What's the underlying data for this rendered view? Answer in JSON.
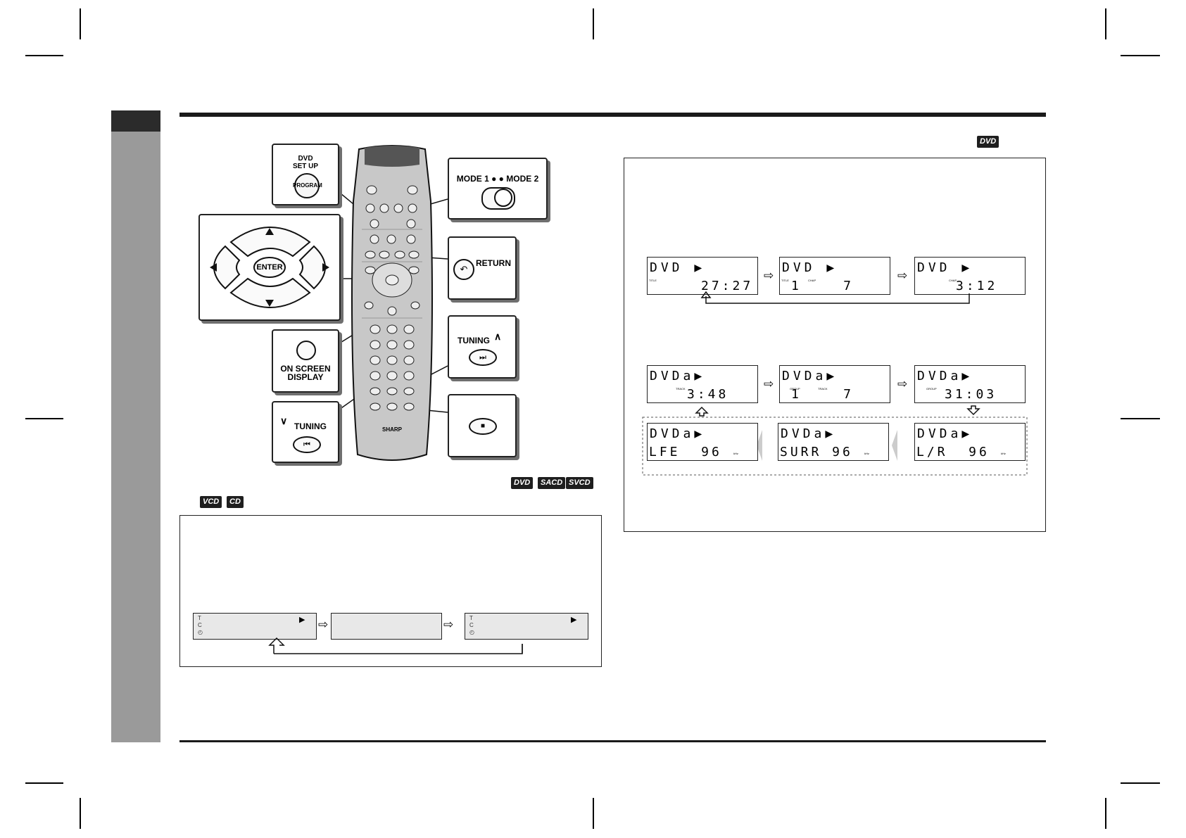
{
  "remote_callouts": {
    "dvd_setup_label": "DVD\nSET UP",
    "program_label": "PROGRAM",
    "enter_label": "ENTER",
    "on_screen_display_label": "ON SCREEN\nDISPLAY",
    "tuning_down_label": "TUNING",
    "mode_label": "MODE 1 ●  ● MODE 2",
    "return_label": "RETURN",
    "tuning_up_label": "TUNING",
    "remote_brand": "SHARP"
  },
  "badges": {
    "right_top": "DVD",
    "left_row1": [
      "DVD",
      "SACD",
      "SVCD"
    ],
    "left_row2": [
      "VCD",
      "CD"
    ]
  },
  "lcd_row1": [
    {
      "line1": "DVD ▶",
      "line2": "27:27",
      "tags": [
        "TITLE"
      ]
    },
    {
      "line1": "DVD ▶",
      "line2": "1    7",
      "tags": [
        "TITLE",
        "CHAP"
      ]
    },
    {
      "line1": "DVD ▶",
      "line2": "3:12",
      "tags": [
        "CHAP"
      ]
    }
  ],
  "lcd_row2": [
    {
      "line1": "DVDa▶",
      "line2": "3:48",
      "tags": [
        "TRACK"
      ]
    },
    {
      "line1": "DVDa▶",
      "line2": "1    7",
      "tags": [
        "GROUP",
        "TRACK"
      ]
    },
    {
      "line1": "DVDa▶",
      "line2": "31:03",
      "tags": [
        "GROUP"
      ]
    }
  ],
  "lcd_row3": [
    {
      "line1": "DVDa▶",
      "line2": "LFE  96",
      "unit": "kHz"
    },
    {
      "line1": "DVDa▶",
      "line2": "SURR 96",
      "unit": "kHz"
    },
    {
      "line1": "DVDa▶",
      "line2": "L/R  96",
      "unit": "kHz"
    }
  ],
  "osd_screens": {
    "icons": [
      "T",
      "C",
      "◴"
    ],
    "play_symbol": "▶"
  }
}
